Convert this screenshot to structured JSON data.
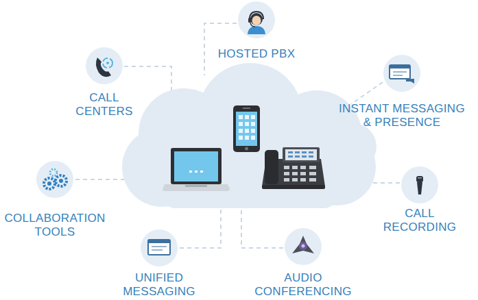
{
  "diagram": {
    "nodes": [
      {
        "text": [
          "HOSTED PBX"
        ]
      },
      {
        "text": [
          "CALL CENTERS"
        ]
      },
      {
        "text": [
          "INSTANT MESSAGING & PRESENCE"
        ]
      },
      {
        "text": [
          "COLLABORATION TOOLS"
        ]
      },
      {
        "text": [
          "CALL RECORDING"
        ]
      },
      {
        "text": [
          "UNIFIED MESSAGING"
        ]
      },
      {
        "text": [
          "AUDIO CONFERENCING"
        ]
      }
    ]
  }
}
